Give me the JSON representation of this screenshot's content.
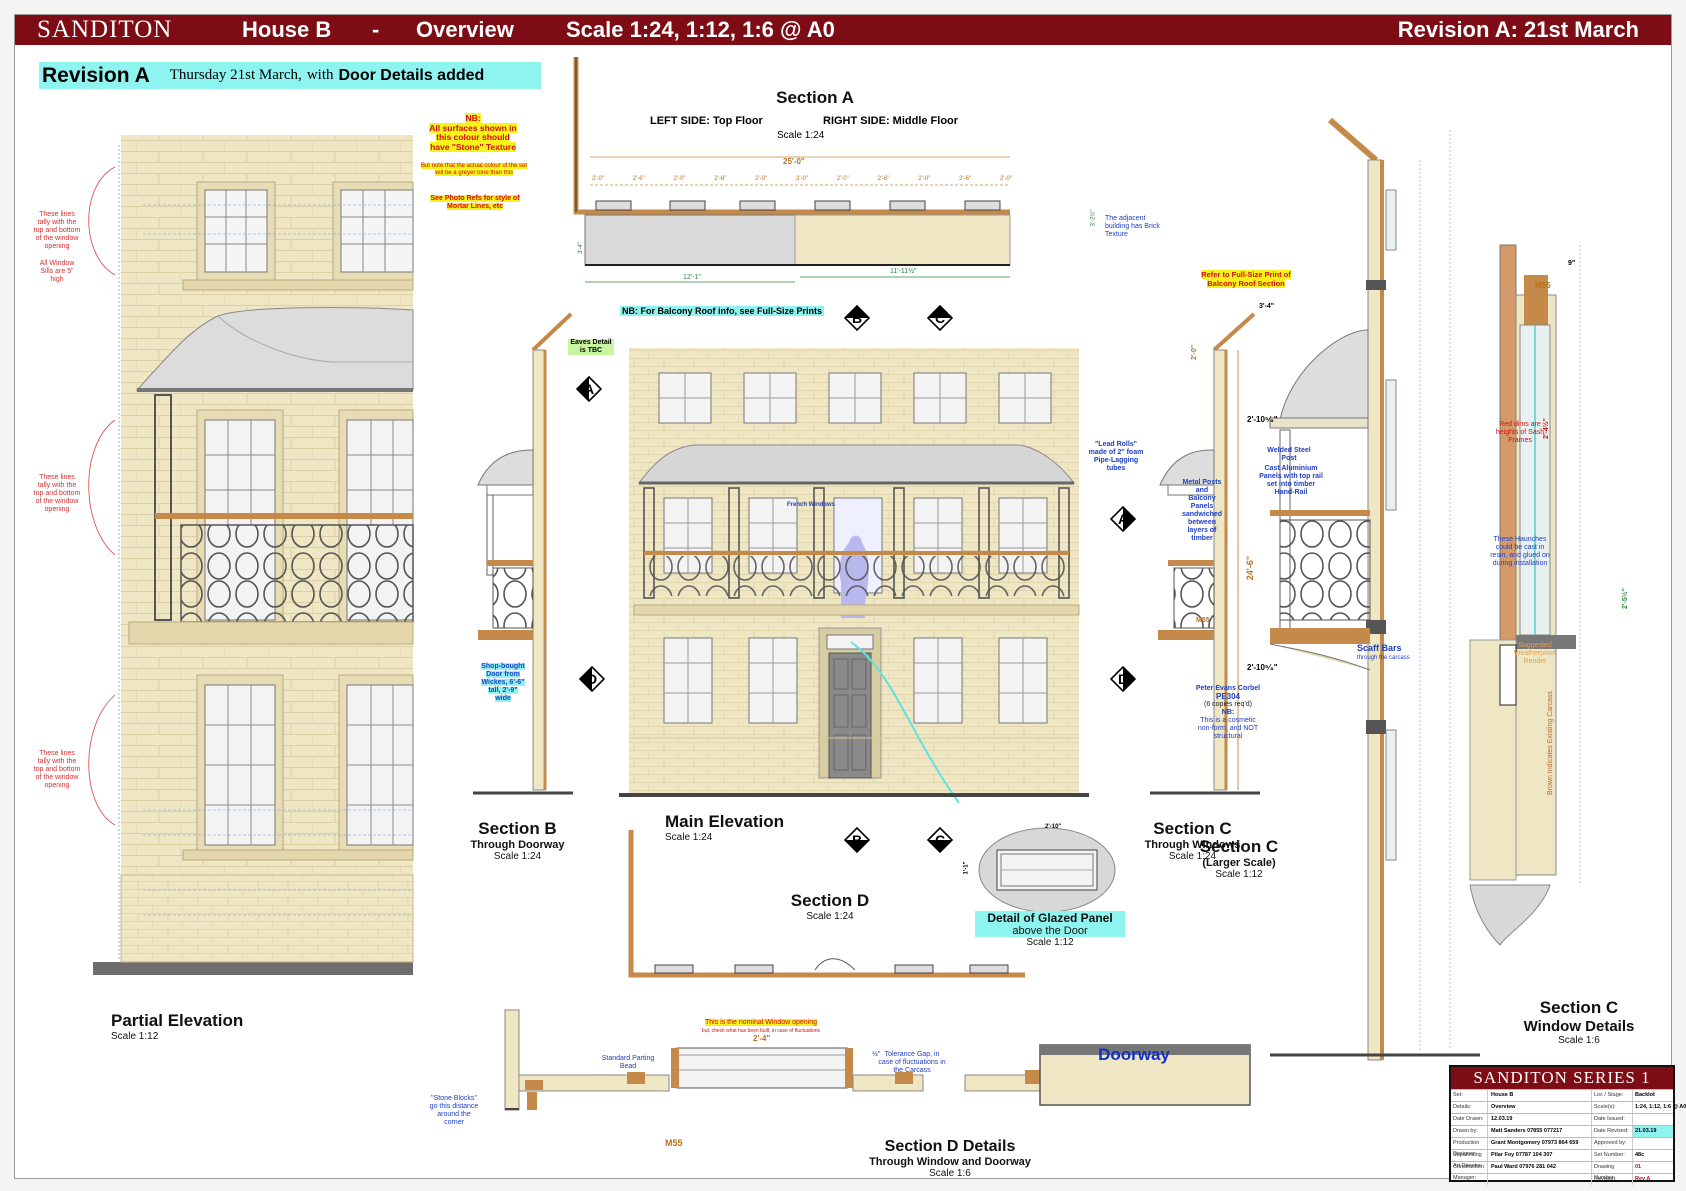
{
  "header": {
    "brand": "SANDITON",
    "house": "House B",
    "dash": "-",
    "view": "Overview",
    "scale": "Scale 1:24, 1:12, 1:6  @ A0",
    "revision": "Revision A:  21st March"
  },
  "revision_banner": {
    "label": "Revision A",
    "date": "Thursday 21st March,",
    "with": "with",
    "added": "Door Details added"
  },
  "notes": {
    "nb_title": "NB:",
    "nb_body": "All surfaces shown in this colour should have \"Stone\" Texture",
    "nb_small": "But note that the actual colour of the set will be a greyer tone than this",
    "photo_ref": "See Photo Refs for style of Mortar Lines, etc",
    "balcony_roof": "NB:  For Balcony Roof info, see Full-Size Prints",
    "eaves": "Eaves Detail is TBC",
    "adjacent": "The adjacent building has Brick Texture",
    "lead_rolls": "\"Lead Rolls\" made of 2\" foam Pipe-Lagging tubes",
    "french_windows": "French Windows",
    "shop_door": "Shop-bought Door from Wickes, 6'-6\" tall, 2'-9\" wide",
    "lines_tally": "These lines tally with the top and bottom of the window opening",
    "window_sills": "All Window Sills are 5\" high",
    "refer_full_size": "Refer to Full-Size Print of Balcony Roof Section",
    "welded_steel": "Welded Steel Post",
    "cast_aluminium": "Cast Aluminium Panels with top rail set into timber Hand-Rail",
    "metal_posts": "Metal Posts and Balcony Panels sandwiched between layers of timber",
    "scaff_bars": "Scaff Bars",
    "scaff_through": "through the carcass",
    "corbel_title": "Peter Evans Corbel",
    "corbel_code": "PE304",
    "corbel_req": "(6 copies req'd)",
    "corbel_nb": "NB:",
    "corbel_body": "This is a cosmetic non-form, and NOT structural",
    "red_dims": "Red dims are heights of Sash Frames",
    "haunches": "These Haunches could be cast in resin, and glued on during installation",
    "weatherproof": "Suggested Weatherproof Render",
    "brown_carcass": "Brown Indicates Existing Carcass",
    "nominal_window": "This is the nominal Window opening",
    "nominal_small": "but, check what has been built, in case of fluctuations",
    "standard_bead": "Standard Parting Bead",
    "tolerance": "Tolerance Gap, in case of fluctuations in the Carcass",
    "stone_blocks": "\"Stone Blocks\" go this distance around the corner"
  },
  "dims": {
    "secA_total": "25'-0\"",
    "secA_bays": [
      "2'-0\"",
      "2'-6\"",
      "2'-0\"",
      "2'-6\"",
      "2'-0\"",
      "3'-0\"",
      "2'-0\"",
      "2'-6\"",
      "2'-0\"",
      "2'-6\"",
      "2'-0\""
    ],
    "secA_left": "12'-1\"",
    "secA_right": "11'-11½\"",
    "secA_depth": "3'-4\"",
    "secA_depth2": "3'-2½\"",
    "main_height": "24'-6\"",
    "secC_arch": "3'-4\"",
    "secC_w1": "2'-10⁵⁄₈\"",
    "secC_w2": "2'-10⁵⁄₈\"",
    "secC_h": "2'-0\"",
    "win_h1": "2'-4½\"",
    "win_h2": "2'-5½\"",
    "win_w": "9\"",
    "glazed_w": "2'-10\"",
    "glazed_h": "1'-1\"",
    "secD_window": "2'-4\"",
    "tolerance_gap": "½\""
  },
  "markers": {
    "A": "A",
    "B": "B",
    "C": "C",
    "D": "D"
  },
  "labels": {
    "sectionA": {
      "title": "Section A",
      "left": "LEFT SIDE:  Top Floor",
      "right": "RIGHT SIDE:  Middle Floor",
      "scale": "Scale 1:24"
    },
    "sectionB": {
      "title": "Section B",
      "sub": "Through Doorway",
      "scale": "Scale 1:24"
    },
    "main": {
      "title": "Main Elevation",
      "scale": "Scale 1:24"
    },
    "sectionC": {
      "title": "Section C",
      "sub": "Through Windows",
      "scale": "Scale 1:24"
    },
    "sectionD": {
      "title": "Section D",
      "scale": "Scale 1:24"
    },
    "glazed": {
      "title": "Detail of Glazed Panel",
      "sub": "above the Door",
      "scale": "Scale 1:12"
    },
    "sectionCL": {
      "title": "Section C",
      "sub": "(Larger Scale)",
      "scale": "Scale 1:12"
    },
    "sectionCW": {
      "title": "Section C",
      "sub": "Window Details",
      "scale": "Scale 1:6"
    },
    "partial": {
      "title": "Partial Elevation",
      "scale": "Scale 1:12"
    },
    "sectionDD": {
      "title": "Section D Details",
      "sub": "Through Window and Doorway",
      "scale": "Scale 1:6"
    },
    "doorway": "Doorway",
    "m55": "M55",
    "m55b": "M55"
  },
  "titleblock": {
    "head": "SANDITON   SERIES 1",
    "rows": [
      {
        "k": "Set:",
        "v": "House B",
        "k2": "Loc / Stage:",
        "v2": "Backlot"
      },
      {
        "k": "Details:",
        "v": "Overview",
        "k2": "Scale(s):",
        "v2": "1:24, 1:12, 1:6 @ A0"
      },
      {
        "k": "Date Drawn:",
        "v": "12.03.19",
        "k2": "Date Issued:",
        "v2": ""
      },
      {
        "k": "Drawn by:",
        "v": "Matt Sanders   07855 077217",
        "k2": "Date Revised:",
        "v2": "21.03.19"
      },
      {
        "k": "Production Designer:",
        "v": "Grant Montgomery  07973 864 659",
        "k2": "Approved by:",
        "v2": ""
      },
      {
        "k": "Supervising Art Director:",
        "v": "Pilar Foy   07787 104 307",
        "k2": "Set Number:",
        "v2": "48c"
      },
      {
        "k": "Construction Manager:",
        "v": "Paul Ward   07976 281 042",
        "k2": "Drawing Number:",
        "v2": "01"
      },
      {
        "k": "",
        "v": "",
        "k2": "Revision:",
        "v2": "Rev A"
      }
    ]
  },
  "colors": {
    "brand": "#7d0c14",
    "stone": "#efe6c4",
    "stoneLine": "#d6c99c",
    "timber": "#c58a4a",
    "cyan": "#8ef4f0",
    "yellow": "#f7f21a"
  }
}
